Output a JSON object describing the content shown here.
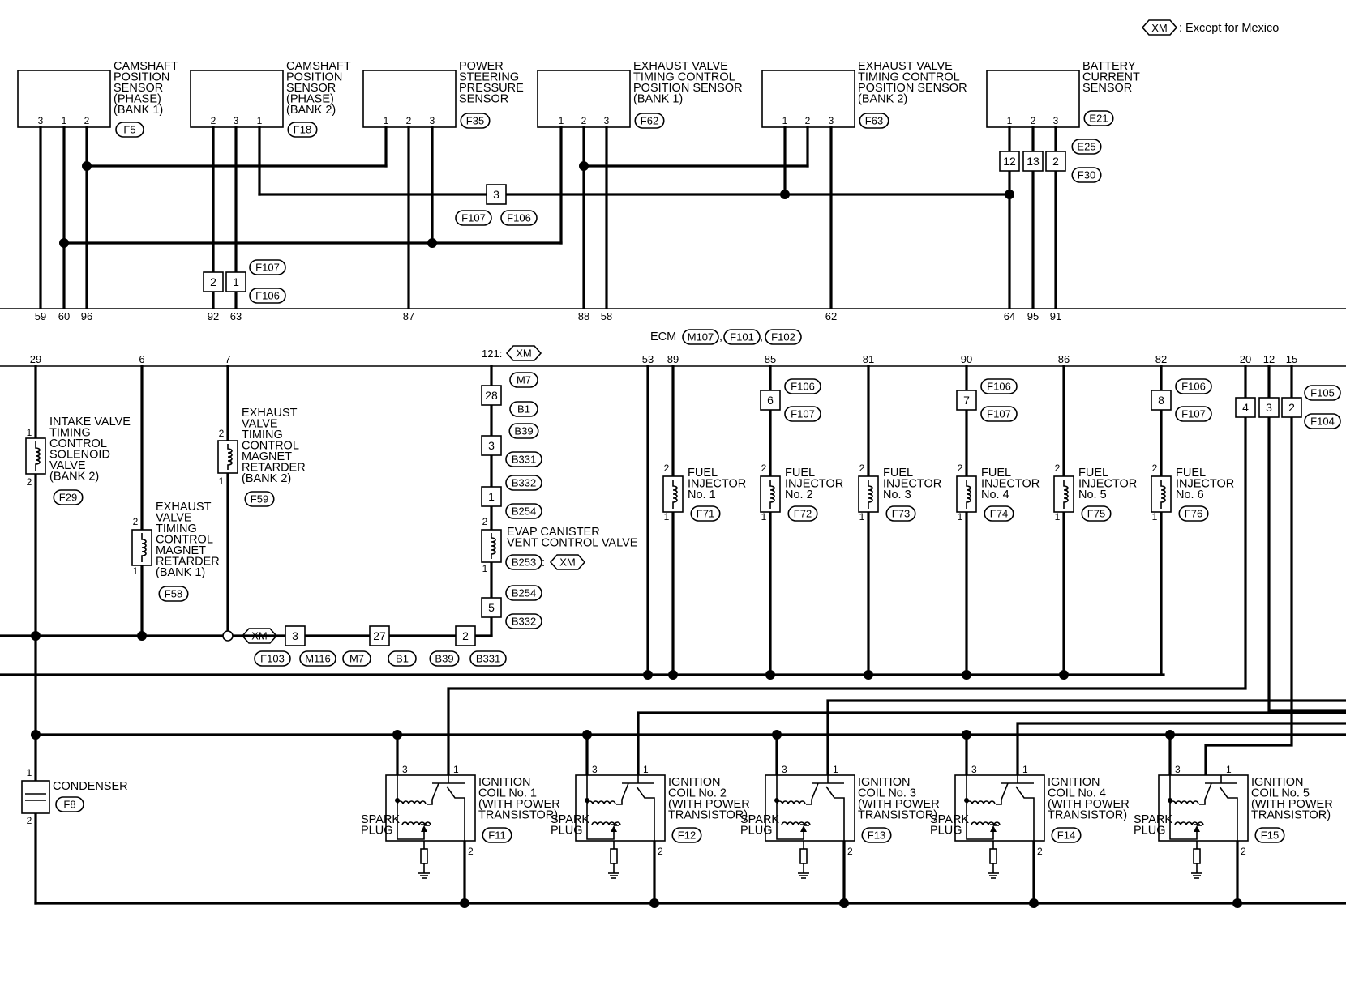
{
  "legend": {
    "code": "XM",
    "text": ": Except for Mexico"
  },
  "ecm": {
    "label": "ECM",
    "connectors": [
      "M107",
      "F101",
      "F102"
    ],
    "sep": ",",
    "term121_prefix": "121:",
    "term121_code": "XM"
  },
  "components": {
    "cmp_b1": {
      "lines": [
        "CAMSHAFT",
        "POSITION",
        "SENSOR",
        "(PHASE)",
        "(BANK 1)"
      ],
      "conn": "F5",
      "pins": [
        "3",
        "1",
        "2"
      ]
    },
    "cmp_b2": {
      "lines": [
        "CAMSHAFT",
        "POSITION",
        "SENSOR",
        "(PHASE)",
        "(BANK 2)"
      ],
      "conn": "F18",
      "pins": [
        "2",
        "3",
        "1"
      ]
    },
    "pss": {
      "lines": [
        "POWER",
        "STEERING",
        "PRESSURE",
        "SENSOR"
      ],
      "conn": "F35",
      "pins": [
        "1",
        "2",
        "3"
      ]
    },
    "evt_b1": {
      "lines": [
        "EXHAUST VALVE",
        "TIMING CONTROL",
        "POSITION SENSOR",
        "(BANK 1)"
      ],
      "conn": "F62",
      "pins": [
        "1",
        "2",
        "3"
      ]
    },
    "evt_b2": {
      "lines": [
        "EXHAUST VALVE",
        "TIMING CONTROL",
        "POSITION SENSOR",
        "(BANK 2)"
      ],
      "conn": "F63",
      "pins": [
        "1",
        "2",
        "3"
      ]
    },
    "bcs": {
      "lines": [
        "BATTERY",
        "CURRENT",
        "SENSOR"
      ],
      "conn": "E21",
      "pins": [
        "1",
        "2",
        "3"
      ]
    },
    "ivt_b2": {
      "lines": [
        "INTAKE VALVE",
        "TIMING",
        "CONTROL",
        "SOLENOID",
        "VALVE",
        "(BANK 2)"
      ],
      "conn": "F29",
      "pins": [
        "1",
        "2"
      ]
    },
    "emr_b1": {
      "lines": [
        "EXHAUST",
        "VALVE",
        "TIMING",
        "CONTROL",
        "MAGNET",
        "RETARDER",
        "(BANK 1)"
      ],
      "conn": "F58",
      "pins": [
        "2",
        "1"
      ]
    },
    "emr_b2": {
      "lines": [
        "EXHAUST",
        "VALVE",
        "TIMING",
        "CONTROL",
        "MAGNET",
        "RETARDER",
        "(BANK 2)"
      ],
      "conn": "F59",
      "pins": [
        "2",
        "1"
      ]
    },
    "evap": {
      "lines": [
        "EVAP CANISTER",
        "VENT CONTROL VALVE"
      ],
      "conn": "B253",
      "conn_suffix": ":",
      "xm": "XM",
      "pins": [
        "2",
        "1"
      ]
    },
    "condenser": {
      "label": "CONDENSER",
      "conn": "F8",
      "pins": [
        "1",
        "2"
      ]
    }
  },
  "injectors": [
    {
      "lines": [
        "FUEL",
        "INJECTOR",
        "No. 1"
      ],
      "conn": "F71",
      "pins": [
        "2",
        "1"
      ]
    },
    {
      "lines": [
        "FUEL",
        "INJECTOR",
        "No. 2"
      ],
      "conn": "F72",
      "pins": [
        "2",
        "1"
      ]
    },
    {
      "lines": [
        "FUEL",
        "INJECTOR",
        "No. 3"
      ],
      "conn": "F73",
      "pins": [
        "2",
        "1"
      ]
    },
    {
      "lines": [
        "FUEL",
        "INJECTOR",
        "No. 4"
      ],
      "conn": "F74",
      "pins": [
        "2",
        "1"
      ]
    },
    {
      "lines": [
        "FUEL",
        "INJECTOR",
        "No. 5"
      ],
      "conn": "F75",
      "pins": [
        "2",
        "1"
      ]
    },
    {
      "lines": [
        "FUEL",
        "INJECTOR",
        "No. 6"
      ],
      "conn": "F76",
      "pins": [
        "2",
        "1"
      ]
    }
  ],
  "coils": [
    {
      "lines": [
        "IGNITION",
        "COIL No. 1",
        "(WITH POWER",
        "TRANSISTOR)"
      ],
      "conn": "F11",
      "pins": [
        "3",
        "1",
        "2"
      ]
    },
    {
      "lines": [
        "IGNITION",
        "COIL No. 2",
        "(WITH POWER",
        "TRANSISTOR)"
      ],
      "conn": "F12",
      "pins": [
        "3",
        "1",
        "2"
      ]
    },
    {
      "lines": [
        "IGNITION",
        "COIL No. 3",
        "(WITH POWER",
        "TRANSISTOR)"
      ],
      "conn": "F13",
      "pins": [
        "3",
        "1",
        "2"
      ]
    },
    {
      "lines": [
        "IGNITION",
        "COIL No. 4",
        "(WITH POWER",
        "TRANSISTOR)"
      ],
      "conn": "F14",
      "pins": [
        "3",
        "1",
        "2"
      ]
    },
    {
      "lines": [
        "IGNITION",
        "COIL No. 5",
        "(WITH POWER",
        "TRANSISTOR)"
      ],
      "conn": "F15",
      "pins": [
        "3",
        "1",
        "2"
      ]
    }
  ],
  "spark_plug_lines": [
    "SPARK",
    "PLUG"
  ],
  "ecm_top_terminals": [
    "59",
    "60",
    "96",
    "92",
    "63",
    "87",
    "88",
    "58",
    "62",
    "64",
    "95",
    "91"
  ],
  "ecm_bottom_terminals": [
    "29",
    "6",
    "7",
    "53",
    "89",
    "85",
    "81",
    "90",
    "86",
    "82",
    "20",
    "12",
    "15"
  ],
  "junction_boxes": {
    "f107_f106_top": {
      "nums": [
        "2",
        "1"
      ],
      "conns": [
        "F107",
        "F106"
      ]
    },
    "center_3": {
      "num": "3",
      "conns": [
        "F107",
        "F106"
      ]
    },
    "bcs_joint": {
      "nums": [
        "12",
        "13",
        "2"
      ],
      "conns": [
        "E25",
        "F30"
      ]
    },
    "evap_chain": {
      "nums": [
        "28",
        "3",
        "1"
      ],
      "conns": [
        "M7",
        "B1",
        "B39",
        "B331",
        "B332",
        "B254"
      ]
    },
    "evap_lower": {
      "num": "5",
      "conns": [
        "B254",
        "B332"
      ]
    },
    "horiz_chain": {
      "nums": [
        "3",
        "27",
        "2"
      ],
      "xm": "XM",
      "conns": [
        "F103",
        "M116",
        "M7",
        "B1",
        "B39",
        "B331"
      ]
    },
    "inj_joints": [
      {
        "num": "6",
        "conns": [
          "F106",
          "F107"
        ]
      },
      {
        "num": "7",
        "conns": [
          "F106",
          "F107"
        ]
      },
      {
        "num": "8",
        "conns": [
          "F106",
          "F107"
        ]
      }
    ],
    "coil_joint": {
      "nums": [
        "4",
        "3",
        "2"
      ],
      "conns": [
        "F105",
        "F104"
      ]
    }
  }
}
